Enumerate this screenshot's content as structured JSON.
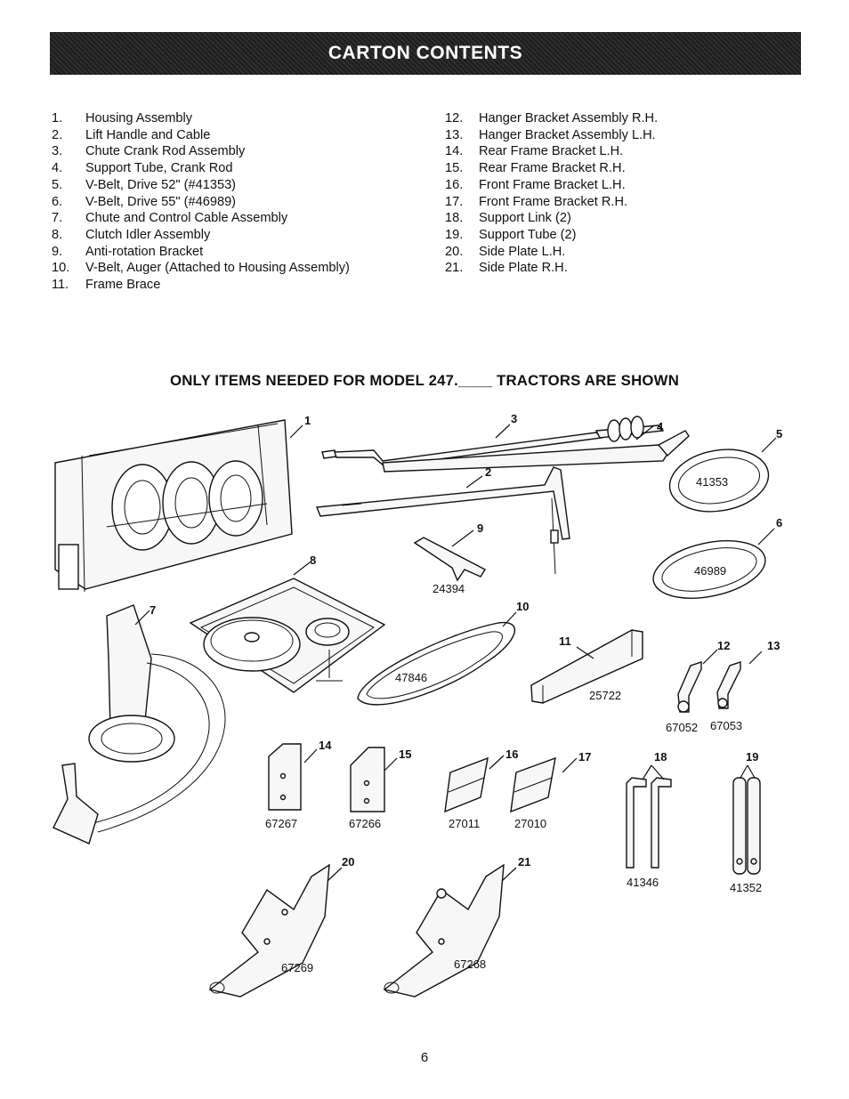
{
  "header": {
    "title": "CARTON CONTENTS"
  },
  "list_left": [
    {
      "num": "1.",
      "text": "Housing Assembly"
    },
    {
      "num": "2.",
      "text": "Lift Handle and Cable"
    },
    {
      "num": "3.",
      "text": "Chute Crank Rod Assembly"
    },
    {
      "num": "4.",
      "text": "Support Tube, Crank Rod"
    },
    {
      "num": "5.",
      "text": "V-Belt, Drive 52\" (#41353)"
    },
    {
      "num": "6.",
      "text": "V-Belt, Drive 55\" (#46989)"
    },
    {
      "num": "7.",
      "text": "Chute and Control Cable Assembly"
    },
    {
      "num": "8.",
      "text": "Clutch Idler Assembly"
    },
    {
      "num": "9.",
      "text": "Anti-rotation Bracket"
    },
    {
      "num": "10.",
      "text": "V-Belt, Auger (Attached to Housing Assembly)"
    },
    {
      "num": "11.",
      "text": "Frame Brace"
    }
  ],
  "list_right": [
    {
      "num": "12.",
      "text": "Hanger Bracket Assembly R.H."
    },
    {
      "num": "13.",
      "text": "Hanger Bracket Assembly L.H."
    },
    {
      "num": "14.",
      "text": "Rear Frame Bracket L.H."
    },
    {
      "num": "15.",
      "text": "Rear Frame Bracket R.H."
    },
    {
      "num": "16.",
      "text": "Front Frame Bracket L.H."
    },
    {
      "num": "17.",
      "text": "Front Frame Bracket R.H."
    },
    {
      "num": "18.",
      "text": "Support Link (2)"
    },
    {
      "num": "19.",
      "text": "Support Tube (2)"
    },
    {
      "num": "20.",
      "text": "Side Plate L.H."
    },
    {
      "num": "21.",
      "text": "Side Plate R.H."
    }
  ],
  "subtitle": "ONLY ITEMS NEEDED FOR MODEL 247.____ TRACTORS ARE SHOWN",
  "diagram": {
    "callouts": [
      "1",
      "2",
      "3",
      "4",
      "5",
      "6",
      "7",
      "8",
      "9",
      "10",
      "11",
      "12",
      "13",
      "14",
      "15",
      "16",
      "17",
      "18",
      "19",
      "20",
      "21"
    ],
    "part_numbers": {
      "belt_52": "41353",
      "belt_55": "46989",
      "anti_rotation": "24394",
      "auger_belt": "47846",
      "frame_brace": "25722",
      "hanger_rh": "67052",
      "hanger_lh": "67053",
      "rear_lh": "67267",
      "rear_rh": "67266",
      "front_lh": "27011",
      "front_rh": "27010",
      "support_link": "41346",
      "support_tube": "41352",
      "side_lh": "67269",
      "side_rh": "67268"
    }
  },
  "footer": {
    "page_number": "6"
  }
}
